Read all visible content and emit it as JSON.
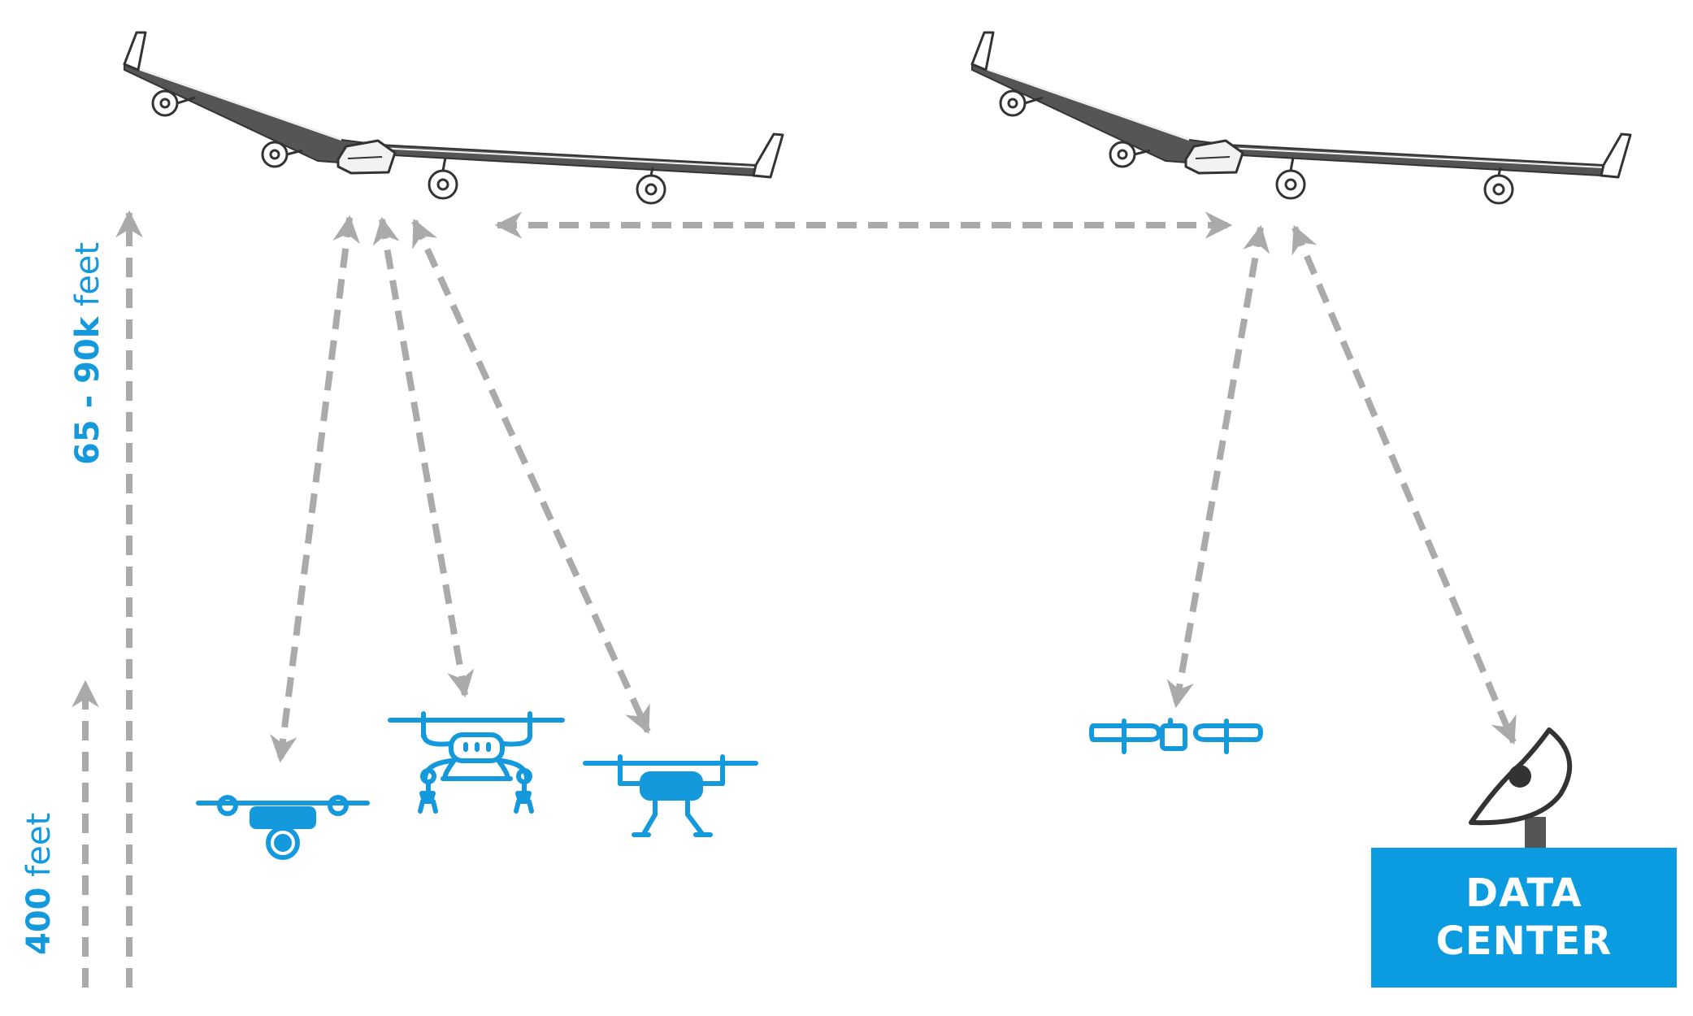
{
  "labels": {
    "high_altitude": {
      "value": "65 - 90k",
      "unit": "feet"
    },
    "low_altitude": {
      "value": "400",
      "unit": "feet"
    },
    "data_center": [
      "DATA",
      "CENTER"
    ]
  },
  "colors": {
    "accent_blue": "#1499dd",
    "data_center_fill": "#0a9be0",
    "aircraft_gray": "#555555",
    "link_gray": "#aaaaaa"
  },
  "nodes": {
    "aircraft": [
      "solar-drone-aircraft",
      "solar-drone-aircraft"
    ],
    "drones": [
      "camera-drone-icon",
      "gripper-drone-icon",
      "legged-drone-icon",
      "compact-drone-icon"
    ],
    "ground": "satellite-dish-icon"
  }
}
